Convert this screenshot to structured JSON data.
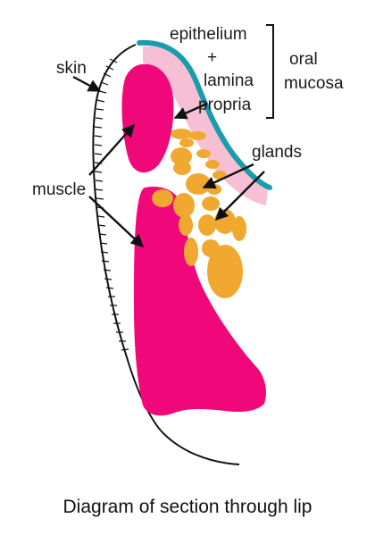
{
  "labels": {
    "skin": "skin",
    "muscle": "muscle",
    "epithelium": "epithelium",
    "plus": "+",
    "lamina": "lamina",
    "propria": "propria",
    "oral": "oral",
    "mucosa": "mucosa",
    "glands": "glands"
  },
  "caption": "Diagram of section through lip",
  "colors": {
    "muscle": "#f0077a",
    "gland": "#f0a830",
    "epithelium": "#1a9cad",
    "lamina_propria": "#f7bfd4",
    "outline": "#111111"
  }
}
